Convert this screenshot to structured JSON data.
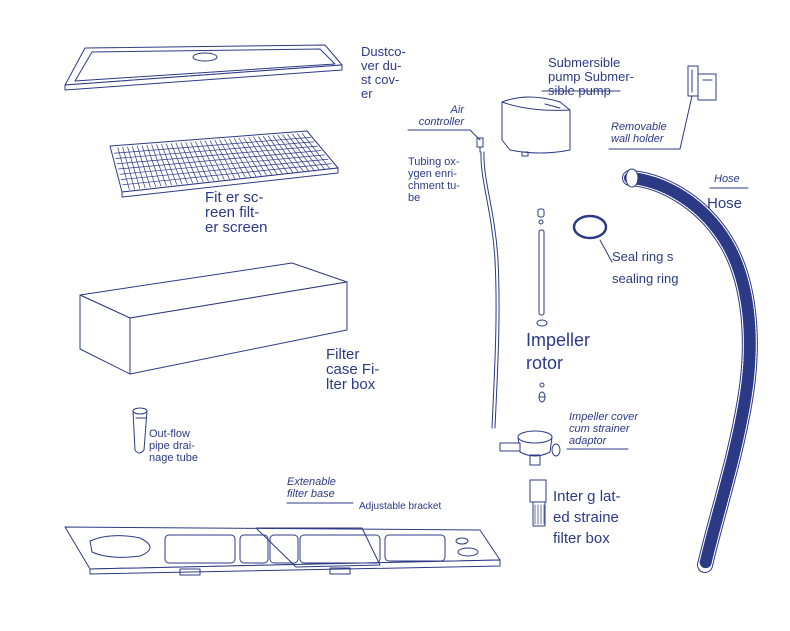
{
  "labels": {
    "dust_cover": [
      "Dustco-",
      "ver du-",
      "st cov-",
      "er"
    ],
    "filter_screen": [
      "Fit er sc-",
      "reen filt-",
      "er screen"
    ],
    "filter_box": [
      "Filter",
      "case Fi-",
      "lter box"
    ],
    "outflow_pipe": [
      "Out-flow",
      "pipe drai-",
      "nage tube"
    ],
    "extendable_base": [
      "Extenable",
      "filter base"
    ],
    "adjustable_bracket": "Adjustable bracket",
    "air_controller": [
      "Air",
      "controller"
    ],
    "tubing": [
      "Tubing ox-",
      "ygen enri-",
      "chment tu-",
      "be"
    ],
    "submersible_pump": [
      "Submersible",
      "pump Submer-",
      "sible pump"
    ],
    "wall_holder": [
      "Removable",
      "wall holder"
    ],
    "hose_small": "Hose",
    "hose_large": "Hose",
    "seal_ring": [
      "Seal ring s",
      "sealing ring"
    ],
    "impeller_rotor": [
      "Impeller",
      "rotor"
    ],
    "impeller_cover": [
      "Impeller cover",
      "cum strainer",
      "adaptor"
    ],
    "strainer_box": [
      "Inter g lat-",
      "ed straine",
      "filter box"
    ]
  },
  "colors": {
    "line": "#2c3a86",
    "text": "#2c3a86",
    "fill": "#ffffff"
  },
  "icons": [
    "dust-cover",
    "filter-screen",
    "filter-box",
    "outflow-pipe",
    "filter-base",
    "air-controller",
    "air-tubing",
    "submersible-pump",
    "wall-holder",
    "hose",
    "seal-ring",
    "impeller-rotor",
    "impeller-cover",
    "strainer-filter-box"
  ]
}
